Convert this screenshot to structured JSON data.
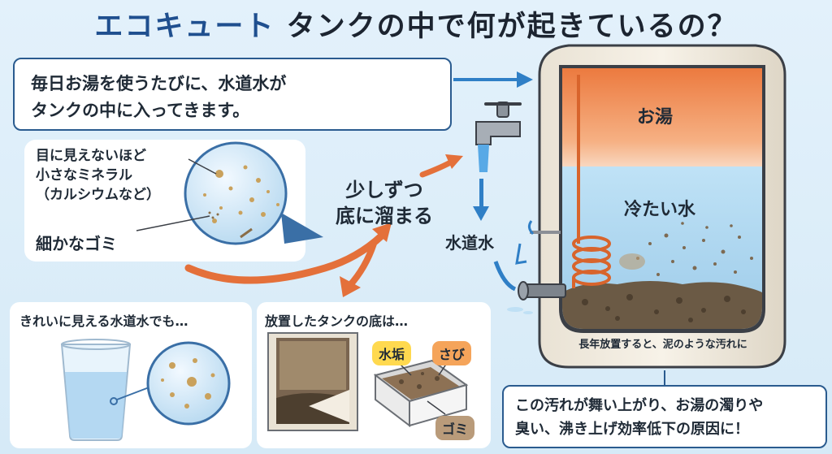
{
  "title": {
    "part1": "エコキュート",
    "part2": "タンクの中で何が起きているの？"
  },
  "intro": {
    "line1": "毎日お湯を使うたびに、水道水が",
    "line2": "タンクの中に入ってきます。"
  },
  "minerals": {
    "label_line1": "目に見えないほど",
    "label_line2": "小さなミネラル",
    "label_line3": "（カルシウムなど）",
    "dust_label": "細かなゴミ"
  },
  "flow": {
    "line1": "少しずつ",
    "line2": "底に溜まる"
  },
  "faucet_label": "水道水",
  "tank": {
    "hot_label": "お湯",
    "cold_label": "冷たい水",
    "bottom_text": "長年放置すると、泥のような汚れに",
    "hot_color": "#f08a4b",
    "cold_color": "#a9d6f2"
  },
  "glass_panel": {
    "title": "きれいに見える水道水でも…"
  },
  "bottom_panel": {
    "title": "放置したタンクの底は…",
    "tag_scale": "水垢",
    "tag_rust": "さび",
    "tag_dust": "ゴミ"
  },
  "caption": {
    "line1": "この汚れが舞い上がり、お湯の濁りや",
    "line2": "臭い、沸き上げ効率低下の原因に！"
  },
  "colors": {
    "accent_blue": "#1f4f8f",
    "arrow_orange": "#e4703a",
    "arrow_blue": "#2f7fc6"
  }
}
